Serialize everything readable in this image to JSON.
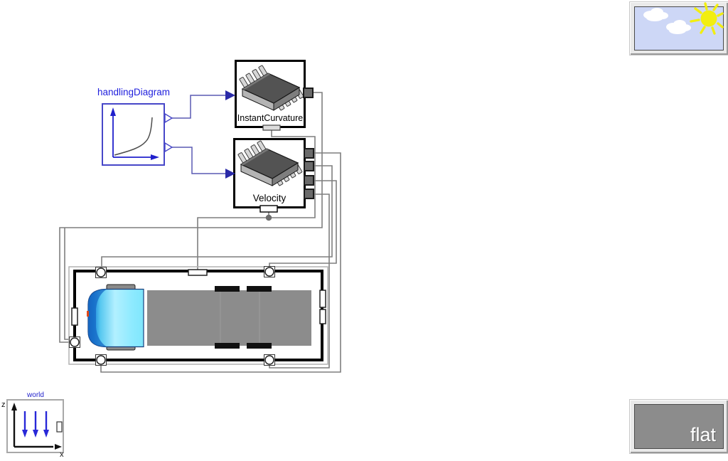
{
  "blocks": {
    "handling_diagram": {
      "label": "handlingDiagram"
    },
    "instant_curvature": {
      "label": "InstantCurvature"
    },
    "velocity": {
      "label": "Velocity"
    },
    "world": {
      "label": "world",
      "axis_up": "z",
      "axis_right": "x"
    },
    "ground": {
      "label": "flat"
    }
  },
  "icons": {
    "sky": "sun-and-clouds-icon",
    "sensor": "chip-icon",
    "vehicle": "truck-top-view-icon",
    "world": "gravity-axes-icon",
    "handling": "curve-plot-icon"
  },
  "colors": {
    "wire_gray": "#7f7f7f",
    "signal_wire_blue": "#5a5ab4",
    "signal_arrow_navy": "#2a2aa8",
    "block_border_black": "#000000",
    "handling_border_blue": "#4747c8",
    "label_blue": "#2020dd",
    "truck_body_gray": "#8c8c8c",
    "truck_cab_cyan": "#7fe6fc",
    "sky_background": "#cdd7f6",
    "sun_yellow": "#f2ee10",
    "ground_gray": "#8c8c8c"
  }
}
